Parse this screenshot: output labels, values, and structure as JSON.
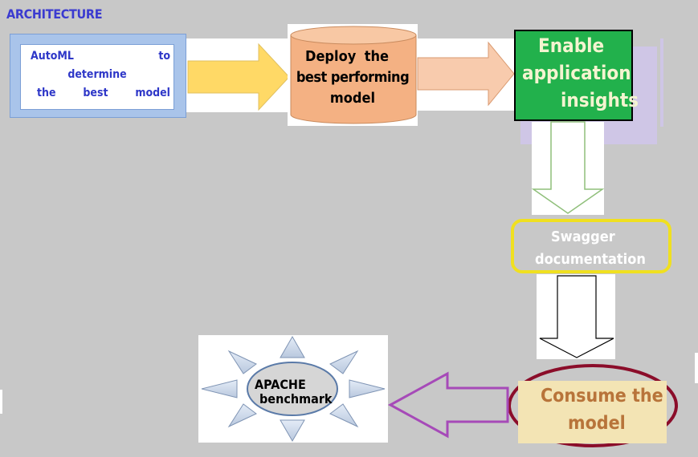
{
  "title": "ARCHITECTURE",
  "automl": {
    "line1_left": "AutoML",
    "line1_right": "to",
    "line2": "determine",
    "line3_left": "the",
    "line3_mid": "best",
    "line3_right": "model"
  },
  "deploy": {
    "line1_left": "Deploy",
    "line1_right": "the",
    "line2": "best performing",
    "line3": "model"
  },
  "insights": {
    "line1": "Enable",
    "line2": "application",
    "line3": "insights"
  },
  "swagger": {
    "line1": "Swagger",
    "line2": "documentation"
  },
  "consume": {
    "line1": "Consume the",
    "line2": "model"
  },
  "apache": {
    "line1": "APACHE",
    "line2": "benchmark"
  },
  "colors": {
    "background": "#c8c8c8",
    "title": "#3b3bd0",
    "insights_fill": "#22b14c",
    "deploy_fill": "#f4b183",
    "swagger_border": "#f0e020",
    "consume_fill": "#f3e4b4",
    "consume_ring": "#8b0d2a",
    "arrow_purple": "#a64ab8"
  }
}
